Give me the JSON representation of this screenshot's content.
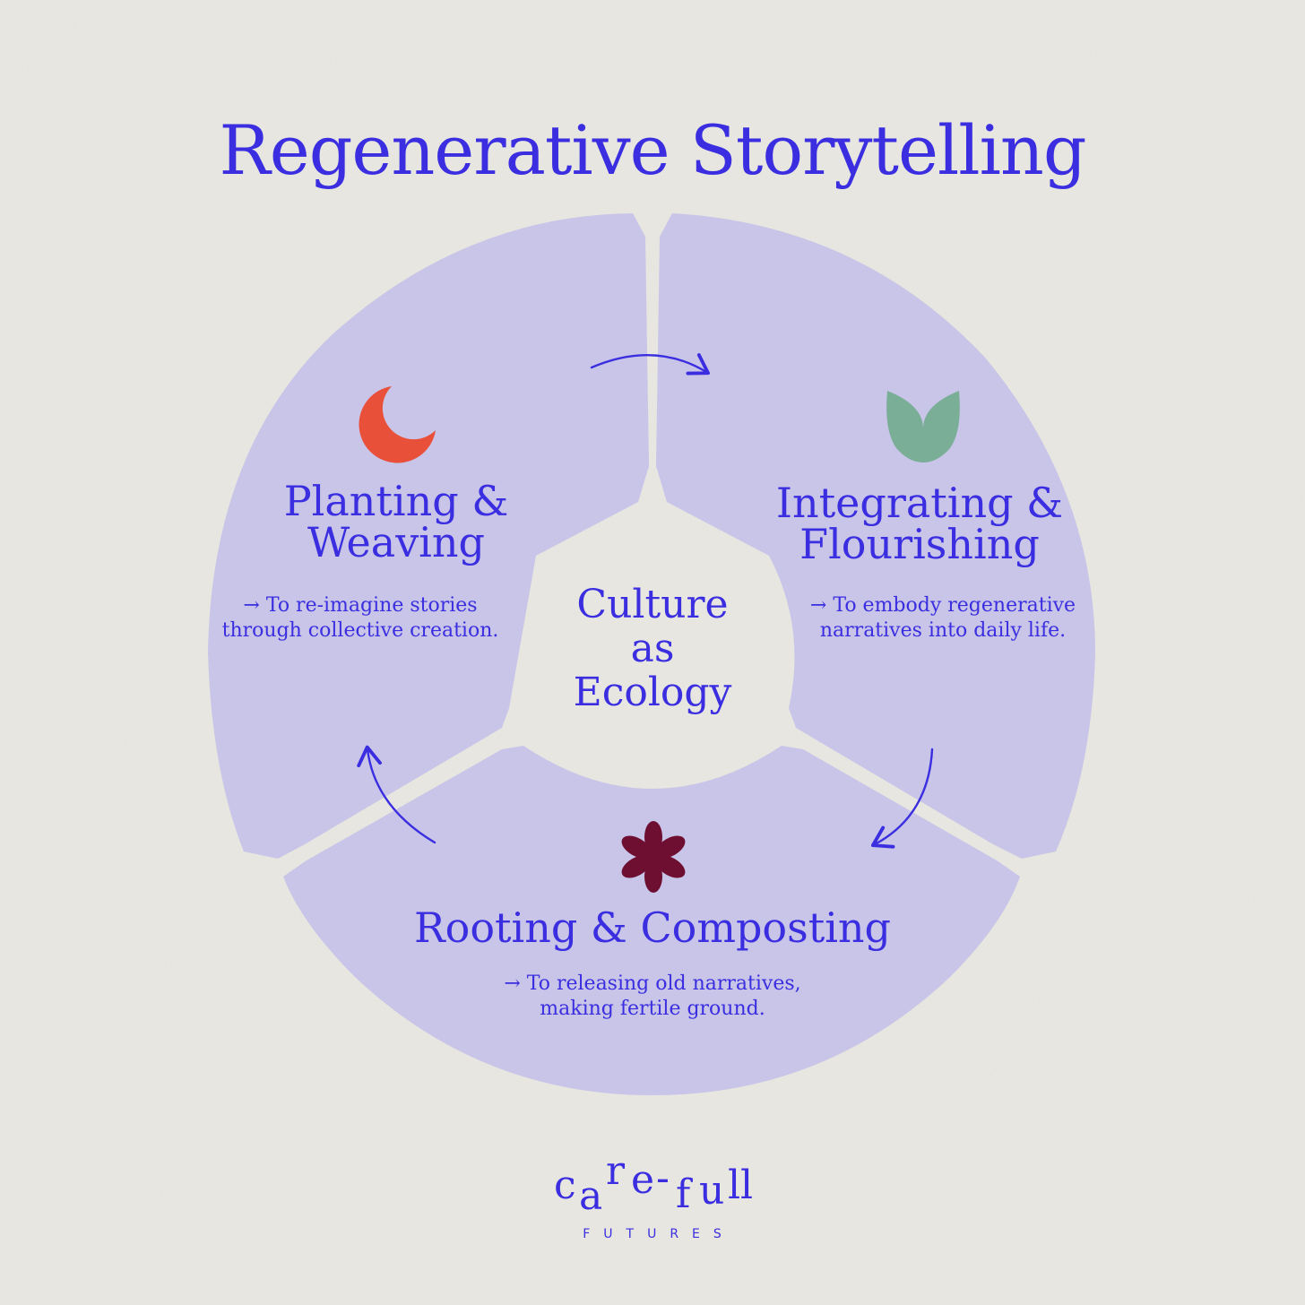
{
  "title": "Regenerative Storytelling",
  "center": {
    "lines": [
      "Culture",
      "as",
      "Ecology"
    ]
  },
  "segments": [
    {
      "title_lines": [
        "Planting &",
        "Weaving"
      ],
      "desc_lines": [
        "→ To re-imagine stories",
        "through collective creation."
      ],
      "icon": "crescent-moon-icon",
      "icon_color": "#e8503a"
    },
    {
      "title_lines": [
        "Integrating &",
        "Flourishing"
      ],
      "desc_lines": [
        "→ To embody regenerative",
        "narratives into daily life."
      ],
      "icon": "tulip-bud-icon",
      "icon_color": "#7aae97"
    },
    {
      "title_lines": [
        "Rooting & Composting"
      ],
      "desc_lines": [
        "→ To releasing old narratives,",
        "making fertile ground."
      ],
      "icon": "flower-icon",
      "icon_color": "#6e0f32"
    }
  ],
  "logo": {
    "letters": [
      "c",
      "a",
      "r",
      "e",
      "-",
      "f",
      "u",
      "l",
      "l"
    ],
    "subtitle": "FUTURES"
  },
  "colors": {
    "background": "#eceae4",
    "ring": "#c9c6e8",
    "text": "#3a2ee0"
  }
}
